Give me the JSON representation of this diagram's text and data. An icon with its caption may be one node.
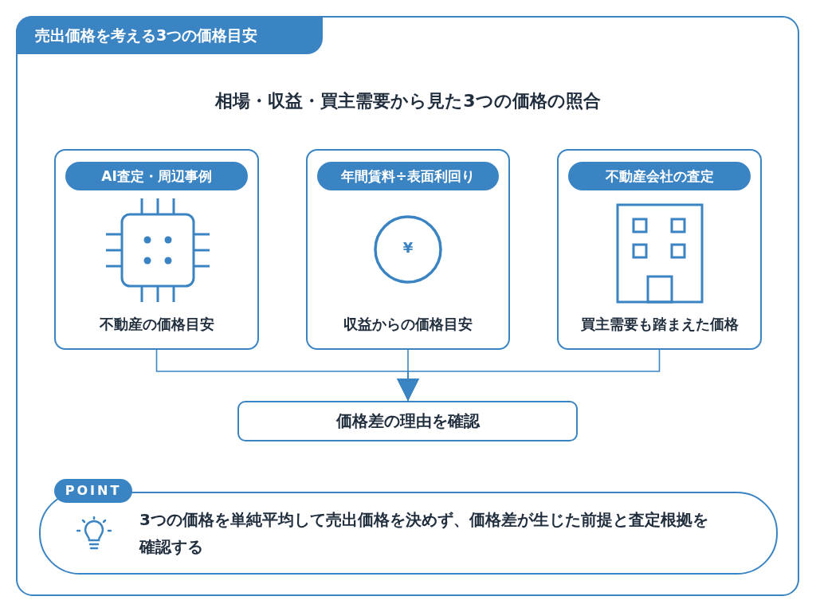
{
  "diagram": {
    "title": "売出価格を考える3つの価格目安",
    "nodes": [
      {
        "text": [
          "AI査定・周辺事例",
          "不動産の価格目安"
        ]
      },
      {
        "text": [
          "年間賃料÷表面利回り",
          "収益からの価格目安"
        ]
      },
      {
        "text": [
          "不動産会社の査定",
          "買主需要も踏まえた価格"
        ]
      },
      {
        "text": [
          "価格差の理由を確認"
        ]
      },
      {
        "text": [
          "POINT",
          "3つの価格を単純平均して売出価格を決めず、価格差が生じた前提と査定根拠を確認する"
        ]
      }
    ],
    "edges": [
      {
        "from": 0,
        "to": 3,
        "arrow": "to"
      },
      {
        "from": 1,
        "to": 3,
        "arrow": "to"
      },
      {
        "from": 2,
        "to": 3,
        "arrow": "to"
      }
    ],
    "labels": [
      "相場・収益・買主需要から見た3つの価格の照合",
      "¥"
    ]
  }
}
